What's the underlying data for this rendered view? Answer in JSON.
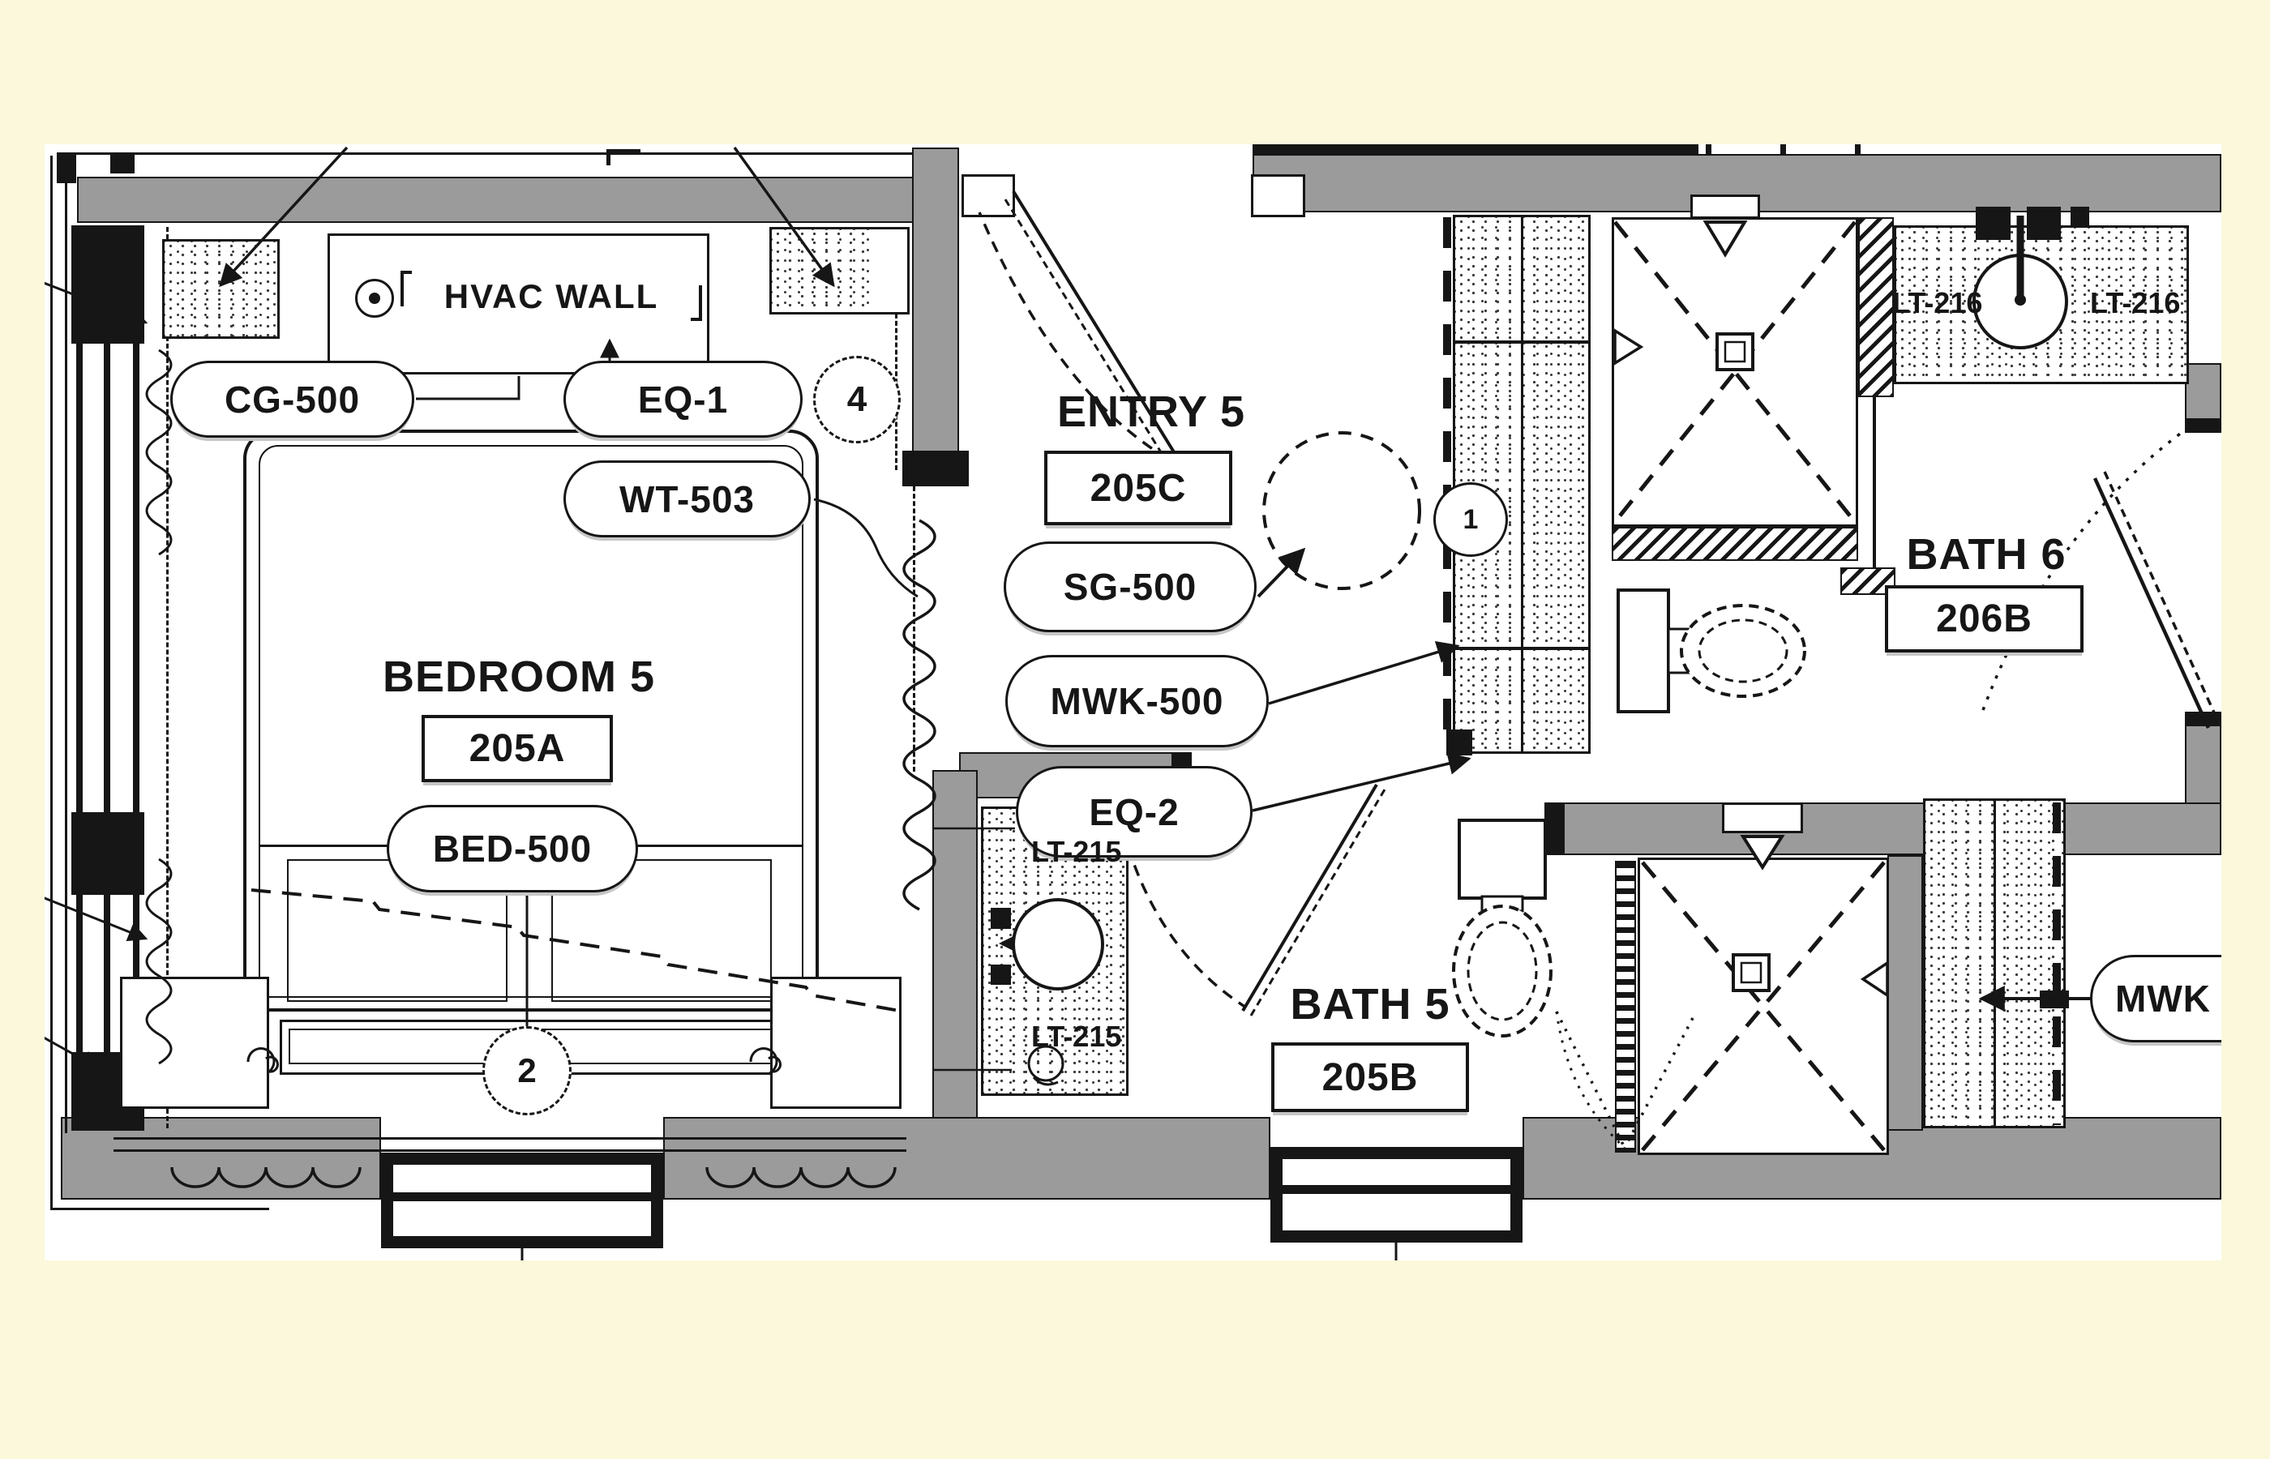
{
  "colors": {
    "paper": "#FBF8DC",
    "wall": "#9B9B9B",
    "line": "#161616",
    "shadow": "#C6C6C6",
    "white": "#FFFFFF"
  },
  "plan": {
    "rooms": {
      "bedroom5": {
        "name": "BEDROOM 5",
        "number": "205A",
        "bed_tag": "BED-500"
      },
      "entry5": {
        "name": "ENTRY 5",
        "number": "205C",
        "glass_tag": "SG-500",
        "millwork_tag": "MWK-500",
        "equipment_tag": "EQ-2"
      },
      "bath5": {
        "name": "BATH 5",
        "number": "205B",
        "light_tag": "LT-215"
      },
      "bath6": {
        "name": "BATH 6",
        "number": "206B",
        "light_tag": "LT-216"
      }
    },
    "tags": {
      "ceiling": "CG-500",
      "equipment1": "EQ-1",
      "window_treatment": "WT-503",
      "hvac_wall": "HVAC WALL",
      "millwork_partial": "MWK"
    },
    "keynotes": {
      "n4": "4",
      "n2": "2",
      "n1": "1"
    }
  }
}
